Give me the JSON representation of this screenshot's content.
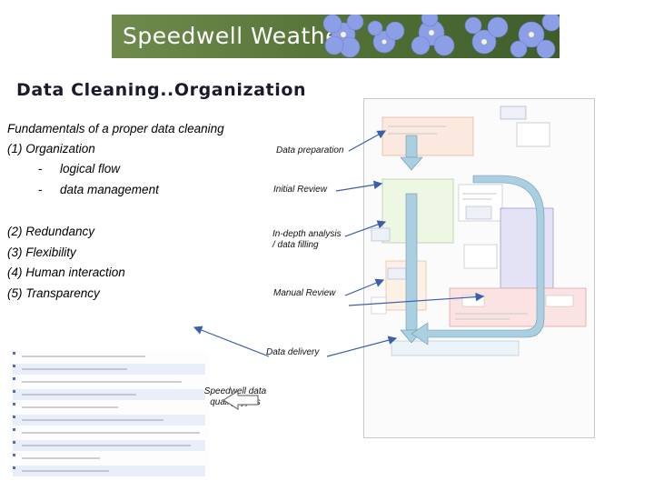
{
  "banner": {
    "title": "Speedwell Weather"
  },
  "page": {
    "title": "Data Cleaning..Organization"
  },
  "intro": "Fundamentals of a proper data cleaning",
  "list": {
    "organization": "(1) Organization",
    "sub1_dash": "-",
    "sub1": "logical flow",
    "sub2_dash": "-",
    "sub2": "data management",
    "redundancy": "(2) Redundancy",
    "flexibility": "(3) Flexibility",
    "human": "(4) Human interaction",
    "transparency": "(5) Transparency"
  },
  "stages": {
    "prep": "Data preparation",
    "initial": "Initial Review",
    "indepth": "In-depth analysis / data filling",
    "manual": "Manual Review",
    "delivery": "Data delivery"
  },
  "quality_label": "Speedwell data quality types",
  "colors": {
    "flow_arrow": "#a9cfe0",
    "connector": "#3b5fa8",
    "banner_green": "#5e7a3e",
    "flower": "#8c9ee6"
  }
}
